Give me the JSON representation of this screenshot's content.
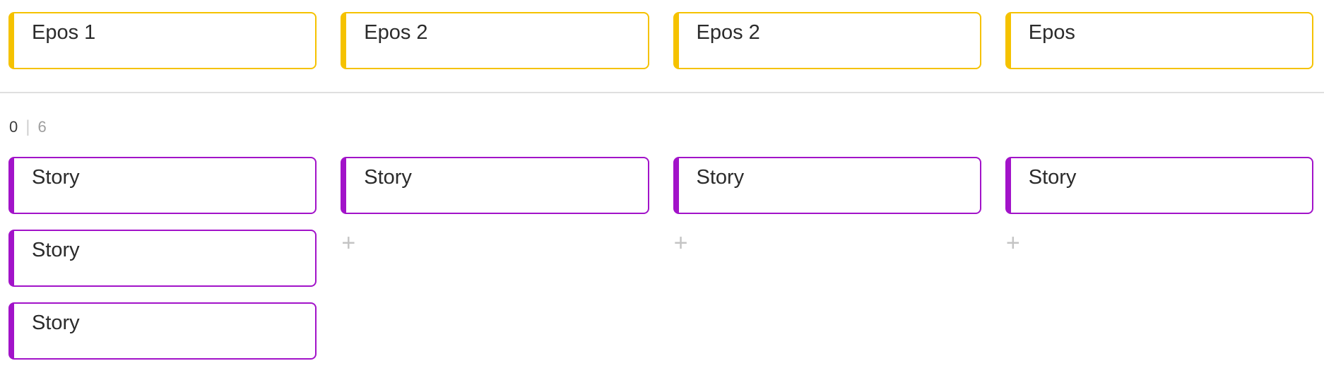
{
  "epics": [
    {
      "label": "Epos 1"
    },
    {
      "label": "Epos 2"
    },
    {
      "label": "Epos 2"
    },
    {
      "label": "Epos"
    }
  ],
  "counter": {
    "value_left": "0",
    "separator": "|",
    "value_right": "6"
  },
  "story_columns": [
    {
      "cards": [
        {
          "label": "Story"
        },
        {
          "label": "Story"
        },
        {
          "label": "Story"
        }
      ]
    },
    {
      "cards": [
        {
          "label": "Story"
        }
      ],
      "add_button": {
        "glyph": "+"
      }
    },
    {
      "cards": [
        {
          "label": "Story"
        }
      ],
      "add_button": {
        "glyph": "+"
      }
    },
    {
      "cards": [
        {
          "label": "Story"
        }
      ],
      "add_button": {
        "glyph": "+"
      }
    }
  ],
  "colors": {
    "epic_accent": "#F5C200",
    "story_accent": "#A213C9",
    "divider": "#DFDFDF",
    "plus_icon": "#C4C4C4",
    "card_text": "#2B2B2B",
    "counter_left": "#3C3C3C",
    "counter_separator": "#CFCFCF",
    "counter_right": "#9E9E9E"
  }
}
